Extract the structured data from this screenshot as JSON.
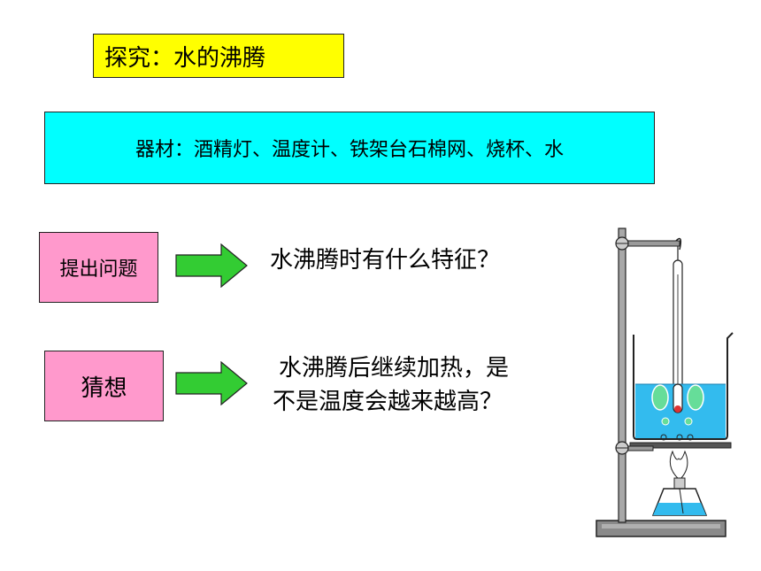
{
  "title": "探究：水的沸腾",
  "materials": "器材：酒精灯、温度计、铁架台石棉网、烧杯、水",
  "steps": {
    "ask_label": "提出问题",
    "question": "水沸腾时有什么特征？",
    "guess_label": "猜想",
    "guess_line1": "水沸腾后继续加热，是",
    "guess_line2": "不是温度会越来越高？"
  },
  "colors": {
    "title_bg": "#ffff00",
    "materials_bg": "#00ffff",
    "label_bg": "#ff99cc",
    "arrow_fill": "#33cc33",
    "water": "#33bbee"
  },
  "illustration": {
    "icon": "boiling-water-apparatus-icon"
  }
}
